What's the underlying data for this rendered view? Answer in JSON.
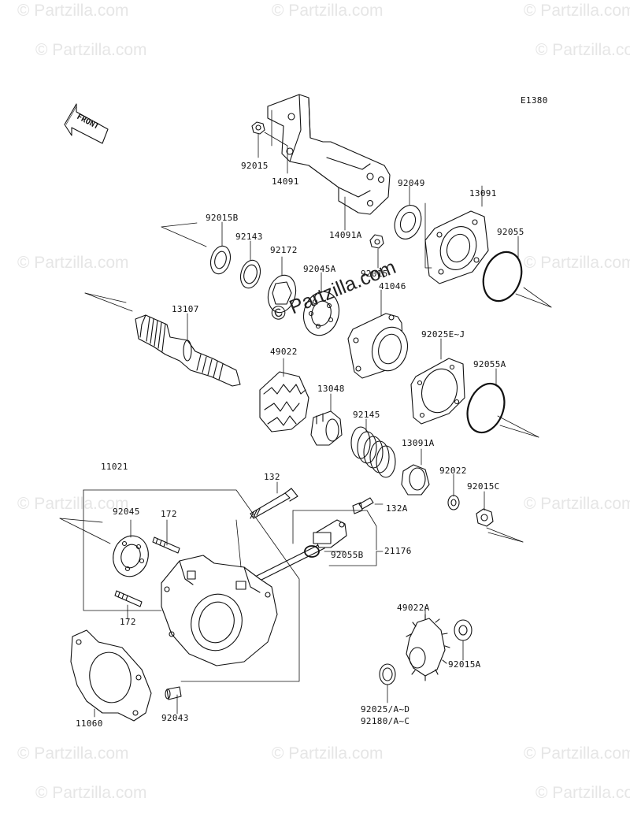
{
  "diagram": {
    "code": "E1380",
    "front_tag": "FRONT",
    "center_watermark": "© Partzilla.com",
    "watermark": "© Partzilla.com",
    "parts": {
      "p92015": "92015",
      "p14091": "14091",
      "p92049": "92049",
      "p13091": "13091",
      "p14091A": "14091A",
      "p92015b": "92015B",
      "p92143": "92143",
      "p92172": "92172",
      "p92045A": "92045A",
      "p41046": "41046",
      "p92055": "92055",
      "p92015_2": "92015",
      "p13107": "13107",
      "p49022": "49022",
      "p92025E": "92025E~J",
      "p92055A": "92055A",
      "p13048": "13048",
      "p92145": "92145",
      "p13091A": "13091A",
      "p92022": "92022",
      "p92015C": "92015C",
      "p11021": "11021",
      "p132": "132",
      "p132A": "132A",
      "p92045": "92045",
      "p172a": "172",
      "p21176": "21176",
      "p92055B": "92055B",
      "p172b": "172",
      "p49022A": "49022A",
      "p92015A": "92015A",
      "p11060": "11060",
      "p92043": "92043",
      "p92025AD": "92025/A~D",
      "p92180AC": "92180/A~C"
    }
  }
}
